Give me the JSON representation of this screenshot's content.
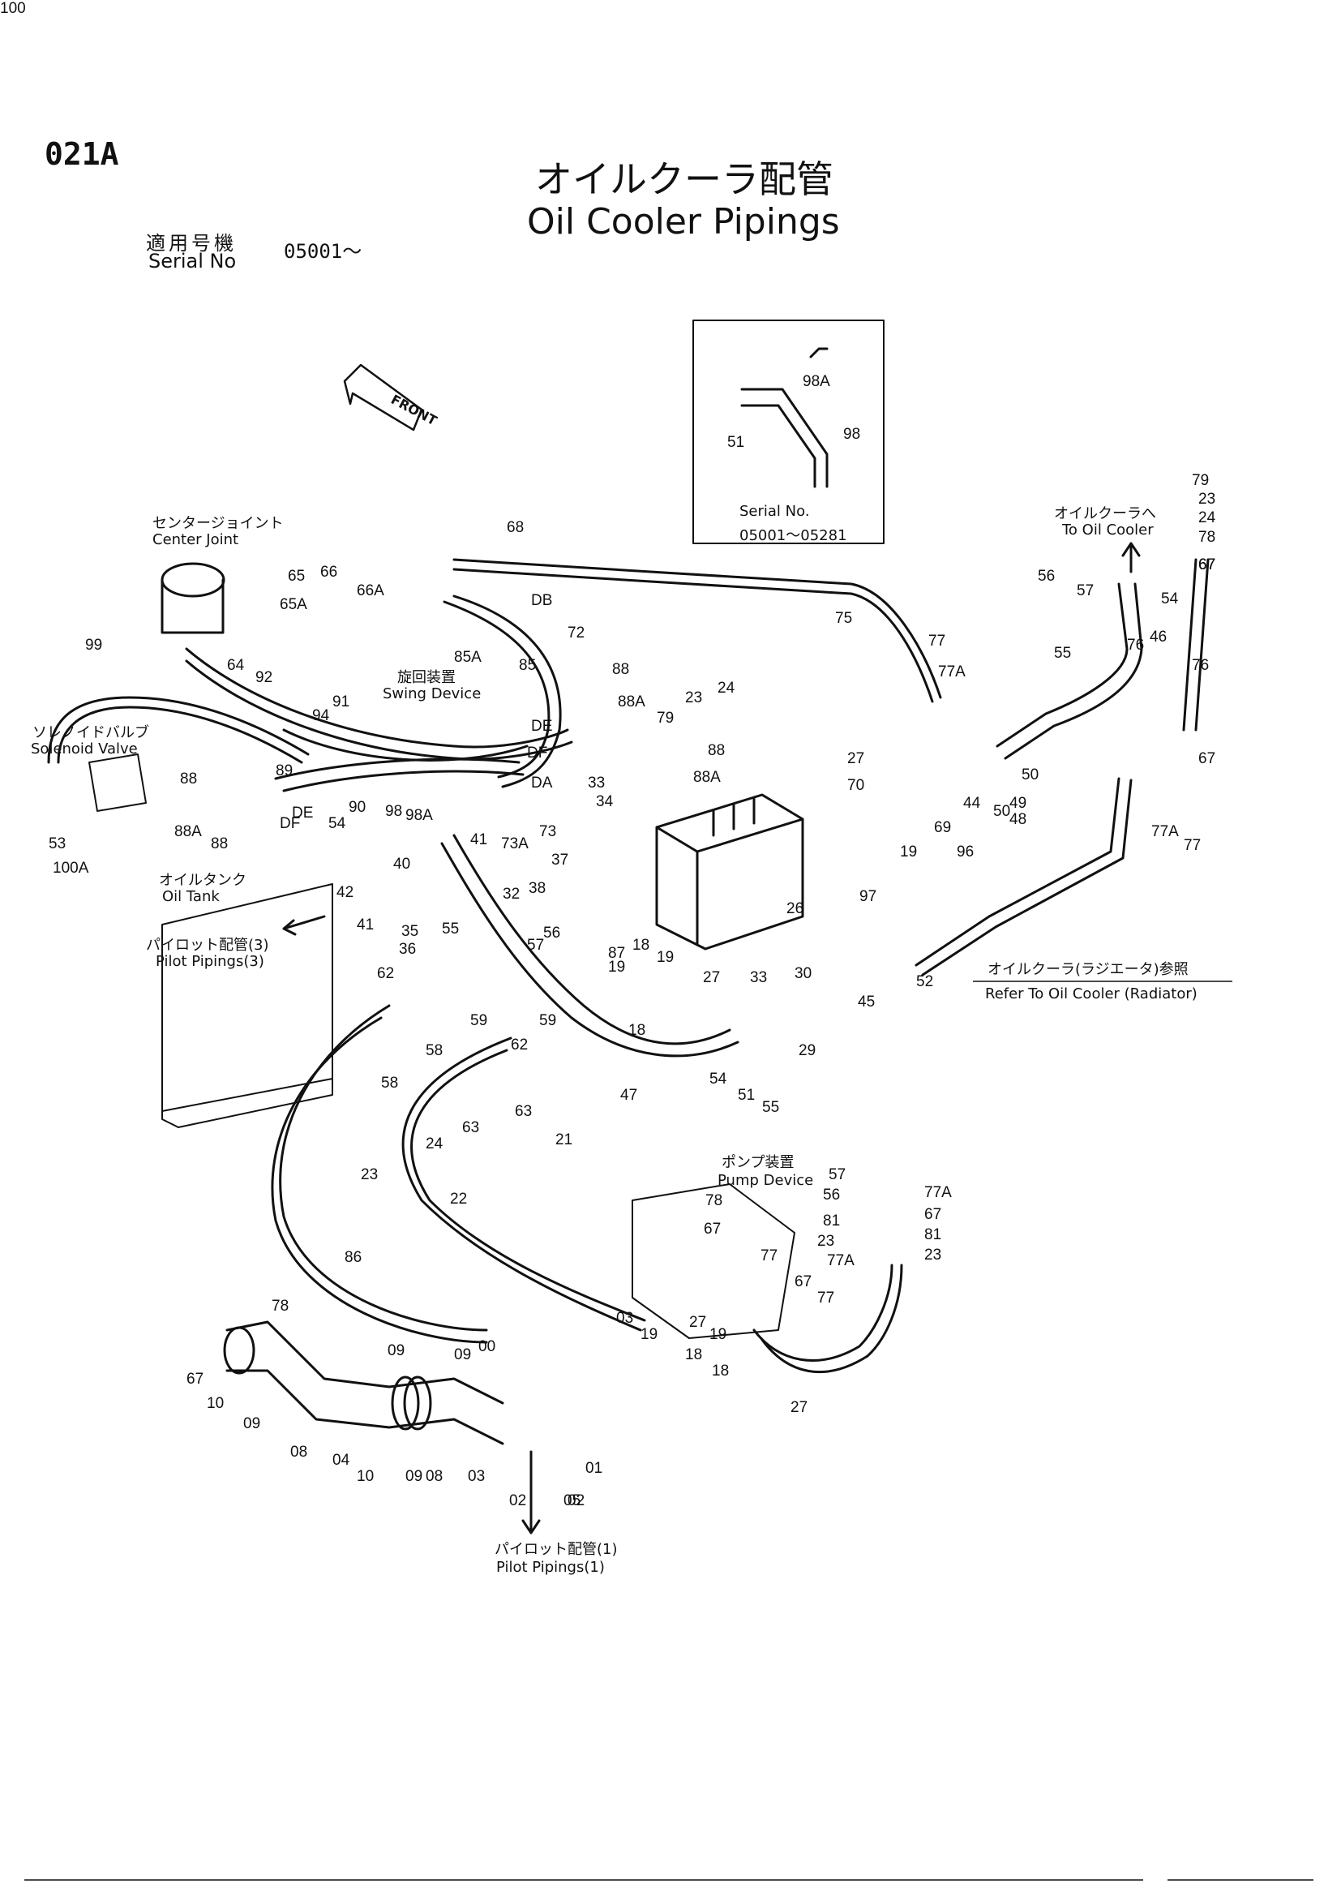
{
  "header": {
    "page_code": "021A",
    "title_jp": "オイルクーラ配管",
    "title_en": "Oil Cooler Pipings",
    "serial_label_jp": "適用号機",
    "serial_label_en": "Serial No",
    "serial_value": "05001〜"
  },
  "callouts": {
    "front": "FRONT",
    "inset_serial_label": "Serial No.",
    "inset_serial_range": "05001〜05281",
    "center_joint_jp": "センタージョイント",
    "center_joint_en": "Center Joint",
    "swing_device_jp": "旋回装置",
    "swing_device_en": "Swing Device",
    "solenoid_valve_jp": "ソレノイドバルブ",
    "solenoid_valve_en": "Solenoid Valve",
    "oil_tank_jp": "オイルタンク",
    "oil_tank_en": "Oil Tank",
    "pilot3_jp": "パイロット配管(3)",
    "pilot3_en": "Pilot Pipings(3)",
    "to_cooler_jp": "オイルクーラへ",
    "to_cooler_en": "To Oil Cooler",
    "refer_jp": "オイルクーラ(ラジエータ)参照",
    "refer_en": "Refer To Oil Cooler (Radiator)",
    "pump_device_jp": "ポンプ装置",
    "pump_device_en": "Pump Device",
    "pilot1_jp": "パイロット配管(1)",
    "pilot1_en": "Pilot Pipings(1)"
  },
  "part_numbers": [
    "98A",
    "98",
    "51",
    "79",
    "23",
    "24",
    "78",
    "67",
    "67",
    "68",
    "66",
    "66A",
    "65",
    "65A",
    "85A",
    "85",
    "72",
    "99",
    "64",
    "92",
    "91",
    "94",
    "DE",
    "DF",
    "DA",
    "DB",
    "88",
    "88A",
    "79",
    "23",
    "24",
    "76",
    "67",
    "75",
    "77",
    "77A",
    "56",
    "57",
    "54",
    "46",
    "55",
    "76",
    "67",
    "88",
    "88A",
    "89",
    "DE",
    "DF",
    "90",
    "88",
    "88A",
    "88",
    "98",
    "98A",
    "33",
    "34",
    "73",
    "73A",
    "41",
    "54",
    "40",
    "42",
    "41",
    "36",
    "37",
    "38",
    "32",
    "35",
    "18",
    "19",
    "27",
    "70",
    "69",
    "19",
    "96",
    "44",
    "49",
    "48",
    "50",
    "50",
    "77A",
    "77",
    "97",
    "26",
    "56",
    "57",
    "55",
    "62",
    "59",
    "59",
    "62",
    "58",
    "58",
    "63",
    "21",
    "63",
    "24",
    "23",
    "22",
    "86",
    "87",
    "19",
    "18",
    "27",
    "33",
    "30",
    "29",
    "45",
    "52",
    "47",
    "54",
    "51",
    "55",
    "57",
    "56",
    "81",
    "23",
    "78",
    "67",
    "77",
    "77A",
    "67",
    "77",
    "77A",
    "67",
    "81",
    "23",
    "78",
    "67",
    "10",
    "09",
    "08",
    "09",
    "04",
    "10",
    "09",
    "08",
    "09",
    "00",
    "03",
    "02",
    "05",
    "01",
    "02",
    "03",
    "19",
    "27",
    "18",
    "19",
    "18",
    "27",
    "53",
    "100A",
    "100"
  ]
}
